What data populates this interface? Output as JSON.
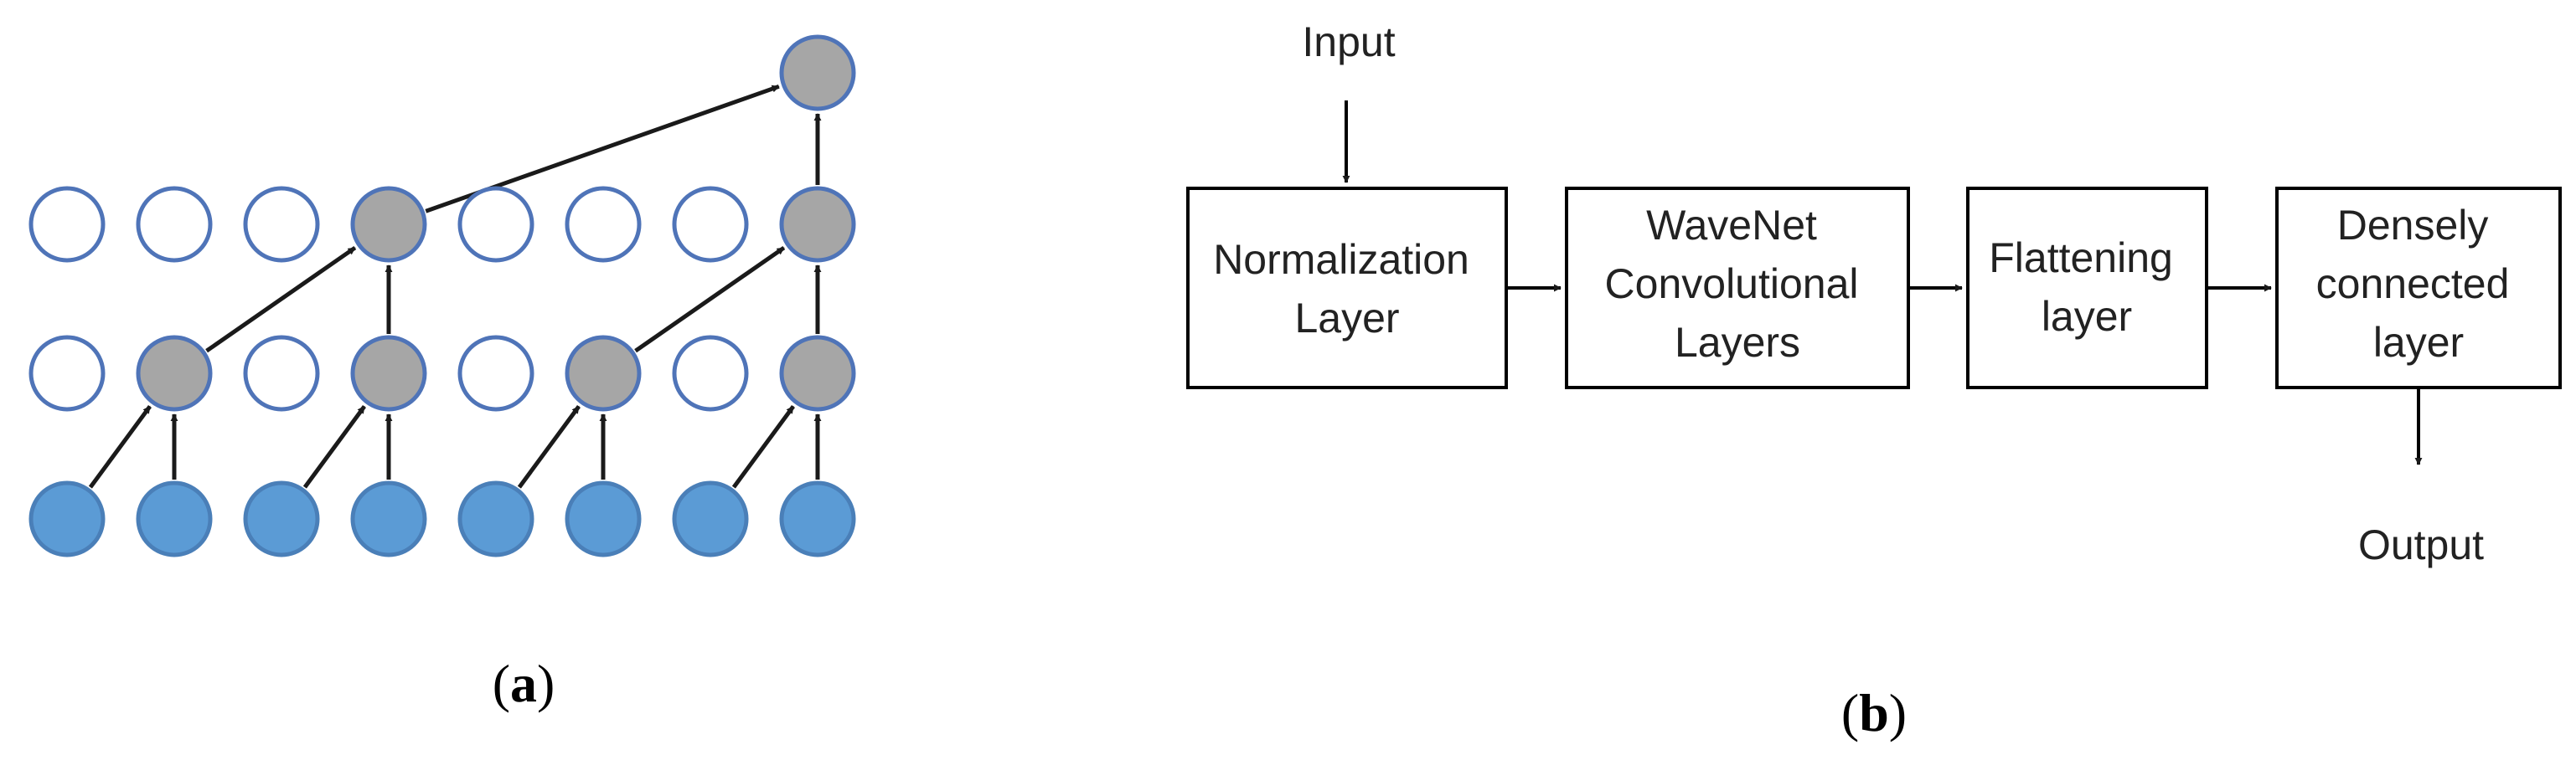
{
  "figure": {
    "panel_a": {
      "caption": {
        "open": "(",
        "letter": "a",
        "close": ")"
      },
      "colors": {
        "input_fill": "#5b9bd5",
        "input_stroke": "#4a7fb8",
        "active_fill": "#a6a6a6",
        "active_stroke": "#4f74b8",
        "inactive_fill": "#ffffff",
        "inactive_stroke": "#4f74b8",
        "arrow": "#1a1a1a"
      },
      "layers": [
        {
          "name": "input",
          "active": [
            0,
            1,
            2,
            3,
            4,
            5,
            6,
            7
          ]
        },
        {
          "name": "hidden-1",
          "active": [
            1,
            3,
            5,
            7
          ]
        },
        {
          "name": "hidden-2",
          "active": [
            3,
            7
          ]
        },
        {
          "name": "output",
          "active": [
            7
          ]
        }
      ]
    },
    "panel_b": {
      "caption": {
        "open": "(",
        "letter": "b",
        "close": ")"
      },
      "input_label": "Input",
      "output_label": "Output",
      "blocks": [
        {
          "lines": [
            "Normalization",
            "Layer"
          ]
        },
        {
          "lines": [
            "WaveNet",
            "Convolutional",
            "Layers"
          ]
        },
        {
          "lines": [
            "Flattening",
            "layer"
          ]
        },
        {
          "lines": [
            "Densely",
            "connected",
            "layer"
          ]
        }
      ]
    }
  }
}
